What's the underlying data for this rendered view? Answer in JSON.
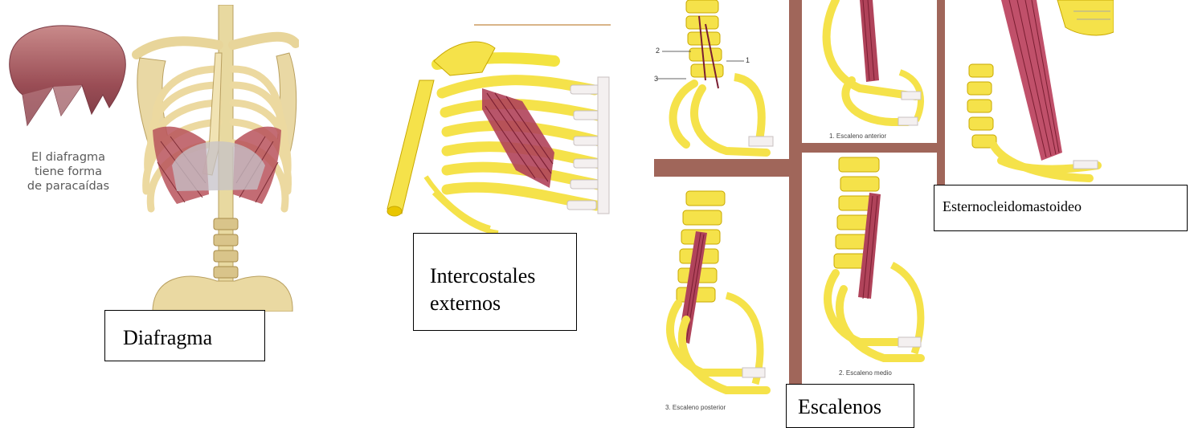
{
  "figure_1": {
    "caption": "El diafragma tiene forma de paracaídas",
    "caption_lines": [
      "El diafragma",
      "tiene forma",
      "de paracaídas"
    ],
    "label": "Diafragma"
  },
  "figure_2": {
    "label_lines": [
      "Intercostales",
      "externos"
    ]
  },
  "figure_3": {
    "numbers": [
      "2",
      "1",
      "3"
    ],
    "panel_1_caption": "1. Escaleno anterior",
    "panel_2_caption": "2. Escaleno medio",
    "panel_3_caption": "3. Escaleno posterior",
    "label": "Escalenos"
  },
  "figure_4": {
    "label": "Esternocleidomastoideo"
  },
  "colors": {
    "bone": "#f5e24a",
    "bone_dark": "#c8a800",
    "muscle": "#b0435a",
    "muscle_light": "#d87a8d",
    "frame_brown": "#a0665a",
    "diaphragm": "#a85a60"
  }
}
